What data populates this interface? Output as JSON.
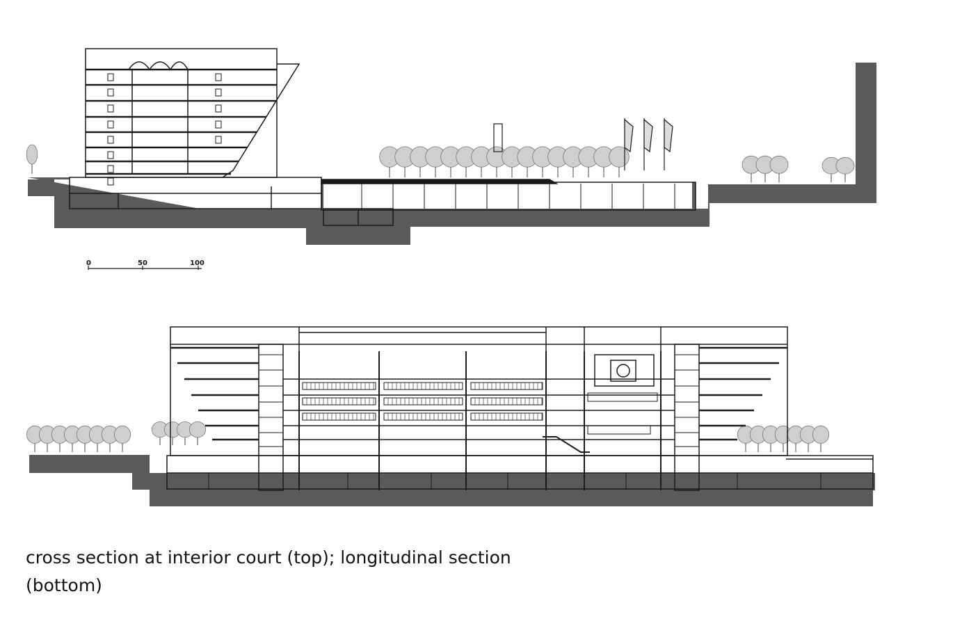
{
  "scale_bar": {
    "ticks": [
      "0",
      "50",
      "100"
    ]
  },
  "caption": {
    "line1": "cross section at interior court (top); longitudinal section",
    "line2": "(bottom)"
  },
  "colors": {
    "ground": "#5a5a5a",
    "line": "#1a1a1a",
    "tree": "#9a9a9a"
  }
}
